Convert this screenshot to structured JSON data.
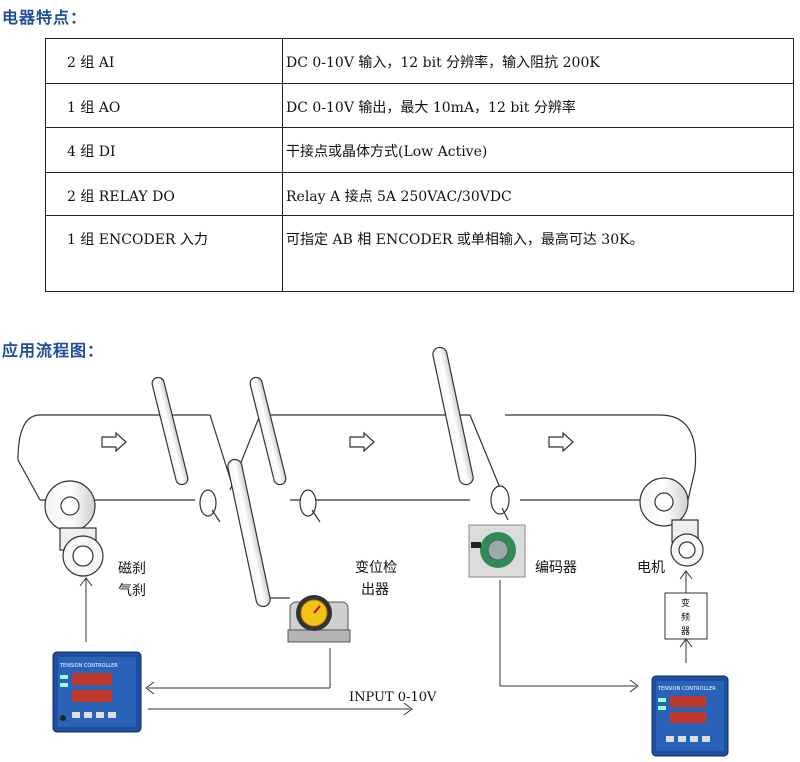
{
  "sections": {
    "features_title": "电器特点：",
    "flow_title": "应用流程图："
  },
  "spec_table": {
    "rows": [
      {
        "item": "2 组 AI",
        "desc": "DC 0-10V 输入，12 bit 分辨率，输入阻抗 200K"
      },
      {
        "item": "1 组 AO",
        "desc": "DC 0-10V 输出，最大 10mA，12 bit 分辨率"
      },
      {
        "item": "4 组 DI",
        "desc": "干接点或晶体方式(Low Active)"
      },
      {
        "item": "2 组 RELAY DO",
        "desc": "Relay A 接点 5A 250VAC/30VDC"
      },
      {
        "item": "1 组 ENCODER 入力",
        "desc": "可指定 AB 相 ENCODER 或单相输入，最高可达 30K。"
      }
    ]
  },
  "diagram": {
    "brake_line1": "磁刹",
    "brake_line2": "气刹",
    "sensor_line1": "变位检",
    "sensor_line2": "出器",
    "encoder": "编码器",
    "motor": "电机",
    "inverter_1": "变",
    "inverter_2": "频",
    "inverter_3": "器",
    "input_label": "INPUT 0-10V",
    "controller_label": "TENSION CONTROLLER"
  },
  "colors": {
    "heading": "#1f4e9a",
    "controller_panel": "#1e4fa0",
    "controller_display": "#c0392b",
    "sensor_dial": "#f0c419",
    "encoder_body": "#2e8b57"
  }
}
